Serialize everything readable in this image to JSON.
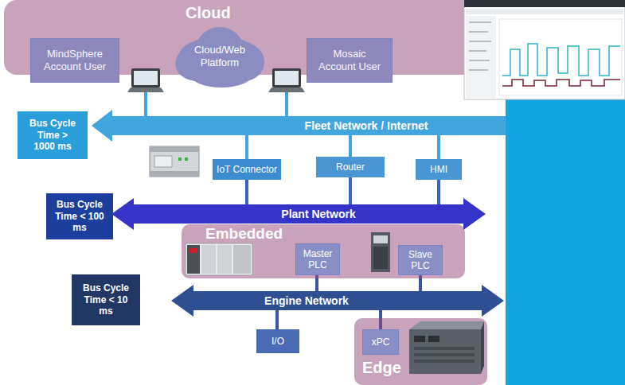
{
  "diagram": {
    "nodes": [
      {
        "text": [
          "Cloud"
        ]
      },
      {
        "text": [
          "MindSphere Account User"
        ],
        "in": 0
      },
      {
        "text": [
          "Cloud/Web Platform"
        ],
        "in": 0
      },
      {
        "text": [
          "Mosaic Account User"
        ],
        "in": 0
      },
      {
        "text": [
          "Bus Cycle Time > 1000 ms"
        ]
      },
      {
        "text": [
          "Fleet Network / Internet"
        ]
      },
      {
        "text": [
          "IoT Connector"
        ]
      },
      {
        "text": [
          "Router"
        ]
      },
      {
        "text": [
          "HMI"
        ]
      },
      {
        "text": [
          "Bus Cycle Time < 100 ms"
        ]
      },
      {
        "text": [
          "Plant Network"
        ]
      },
      {
        "text": [
          "Embedded"
        ]
      },
      {
        "text": [
          "Master PLC"
        ],
        "in": 11
      },
      {
        "text": [
          "Slave PLC"
        ],
        "in": 11
      },
      {
        "text": [
          "Bus Cycle Time < 10 ms"
        ]
      },
      {
        "text": [
          "Engine Network"
        ]
      },
      {
        "text": [
          "I/O"
        ]
      },
      {
        "text": [
          "Edge"
        ]
      },
      {
        "text": [
          "xPC"
        ],
        "in": 17
      }
    ],
    "edges": [
      {
        "from": 0,
        "to": 5,
        "arrow": "none"
      },
      {
        "from": 0,
        "to": 5,
        "arrow": "none"
      },
      {
        "from": 5,
        "to": 6,
        "arrow": "none"
      },
      {
        "from": 5,
        "to": 7,
        "arrow": "none"
      },
      {
        "from": 5,
        "to": 8,
        "arrow": "none"
      },
      {
        "from": 6,
        "to": 10,
        "arrow": "none"
      },
      {
        "from": 7,
        "to": 10,
        "arrow": "none"
      },
      {
        "from": 8,
        "to": 10,
        "arrow": "none"
      },
      {
        "from": 12,
        "to": 15,
        "arrow": "none"
      },
      {
        "from": 13,
        "to": 15,
        "arrow": "none"
      },
      {
        "from": 15,
        "to": 16,
        "arrow": "none"
      },
      {
        "from": 15,
        "to": 18,
        "arrow": "none"
      }
    ]
  }
}
